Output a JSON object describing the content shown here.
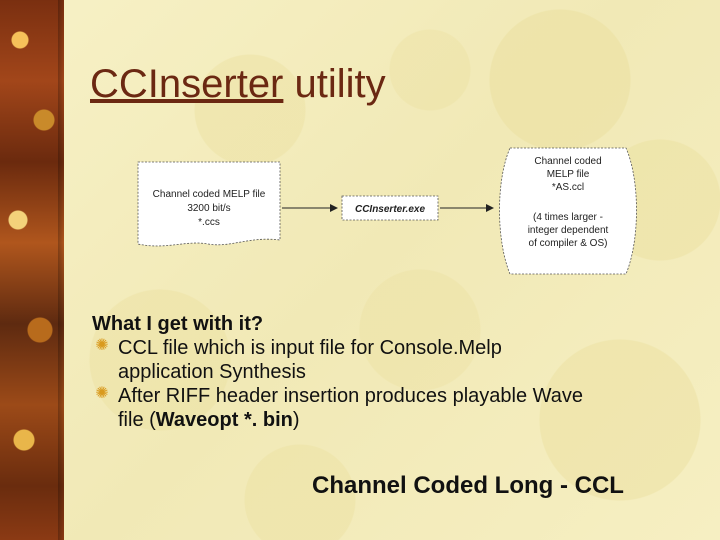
{
  "slide": {
    "title_link": "CCInserter",
    "title_rest": " utility",
    "diagram": {
      "input_lines": [
        "Channel coded MELP file",
        "3200 bit/s",
        "*.ccs"
      ],
      "process_label": "CCInserter.exe",
      "output_lines": [
        "Channel coded",
        "MELP file",
        "*AS.ccl",
        "",
        "(4 times larger -",
        "integer dependent",
        "of compiler & OS)"
      ]
    },
    "heading": "What I get with it?",
    "bullets": [
      {
        "lines": [
          "CCL file which is input file for Console.Melp",
          "application Synthesis"
        ]
      },
      {
        "line1": "After RIFF header insertion produces playable Wave",
        "line2_prefix": "file (",
        "line2_bold": "Waveopt *. bin",
        "line2_suffix": ")"
      }
    ],
    "footer": "Channel Coded Long - CCL",
    "colors": {
      "title": "#6b2812",
      "bullet": "#d99a1e",
      "background": "#f4eebe"
    },
    "bullet_icon": "gear-bullet-icon"
  }
}
